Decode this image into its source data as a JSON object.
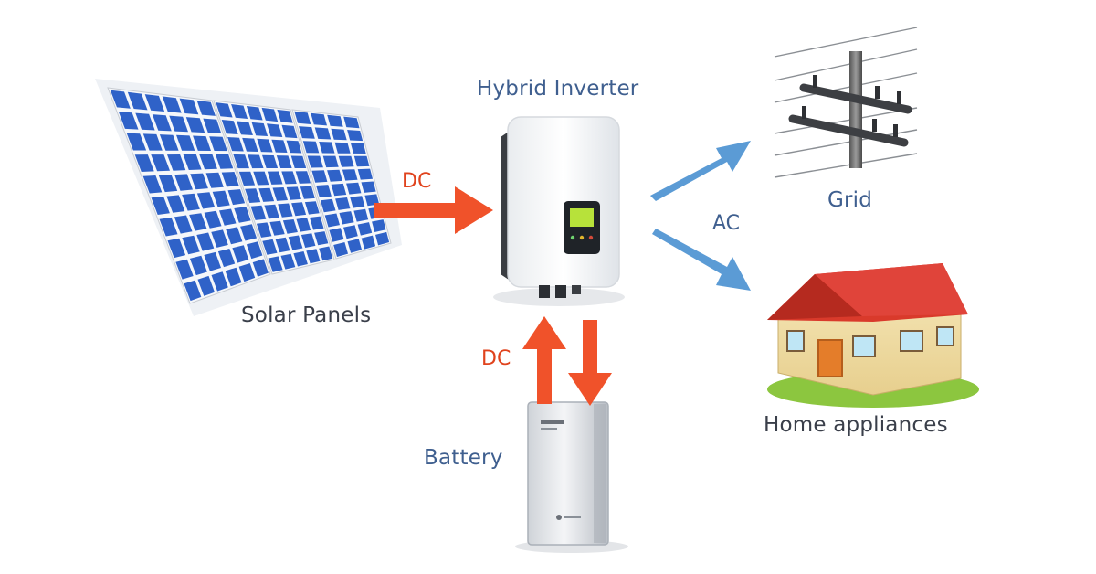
{
  "components": {
    "inverter": "Hybrid Inverter",
    "solar": "Solar Panels",
    "grid": "Grid",
    "home": "Home appliances",
    "battery": "Battery"
  },
  "flows": {
    "solar_to_inverter": "DC",
    "battery_inverter": "DC",
    "inverter_out": "AC"
  },
  "colors": {
    "dc_arrow": "#f0522a",
    "ac_arrow": "#5b9bd5",
    "panel_cell": "#2f62c8",
    "roof": "#d93a2b"
  }
}
